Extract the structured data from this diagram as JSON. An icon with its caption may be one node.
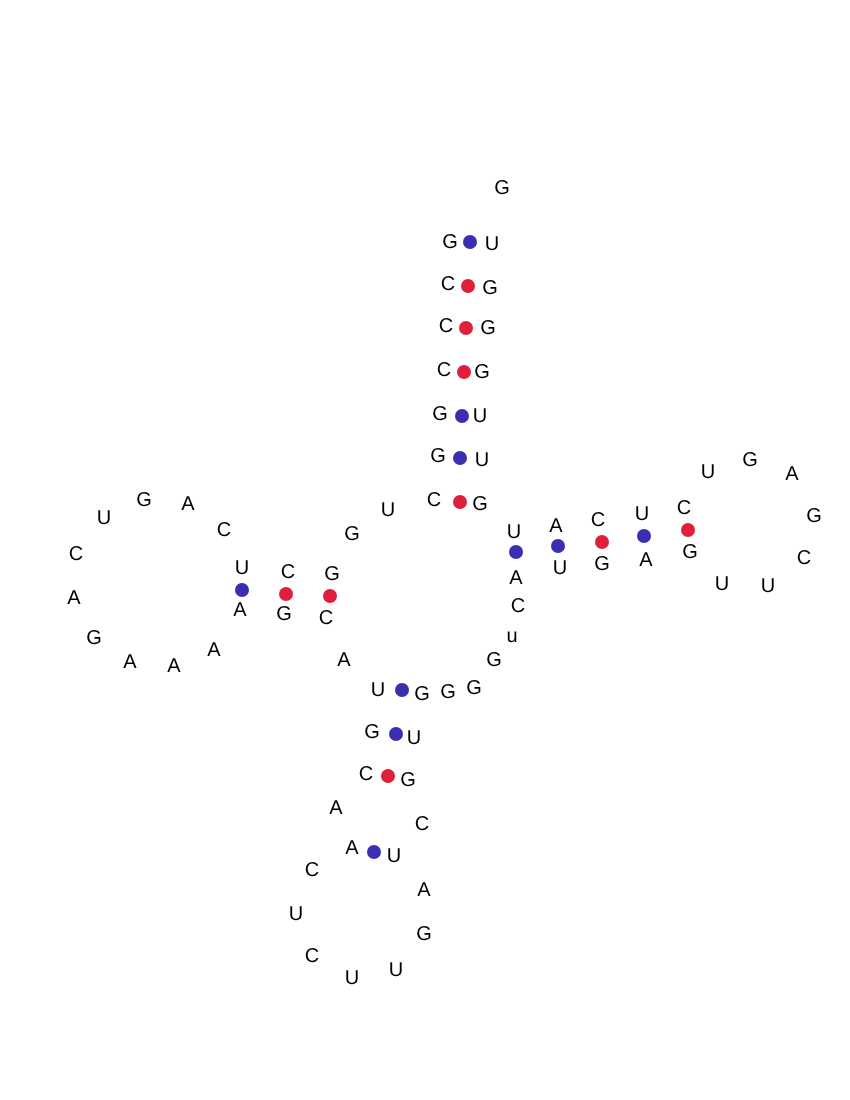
{
  "diagram": {
    "labels": [
      "G",
      "G",
      "U",
      "C",
      "G",
      "C",
      "G",
      "C",
      "G",
      "G",
      "U",
      "G",
      "U",
      "G",
      "U",
      "A",
      "C",
      "G",
      "A",
      "G",
      "C",
      "U",
      "U",
      "G",
      "U",
      "C",
      "A",
      "C",
      "U",
      "G",
      "C",
      "G",
      "C",
      "A",
      "G",
      "U",
      "U",
      "C",
      "G",
      "A",
      "U",
      "U",
      "A",
      "C",
      "A",
      "G",
      "C",
      "u",
      "G",
      "A",
      "G",
      "A",
      "A",
      "A",
      "G",
      "U",
      "G",
      "G",
      "G",
      "U",
      "C",
      "G",
      "A",
      "C",
      "A",
      "U",
      "C",
      "A",
      "U",
      "G",
      "C",
      "U",
      "U"
    ]
  }
}
